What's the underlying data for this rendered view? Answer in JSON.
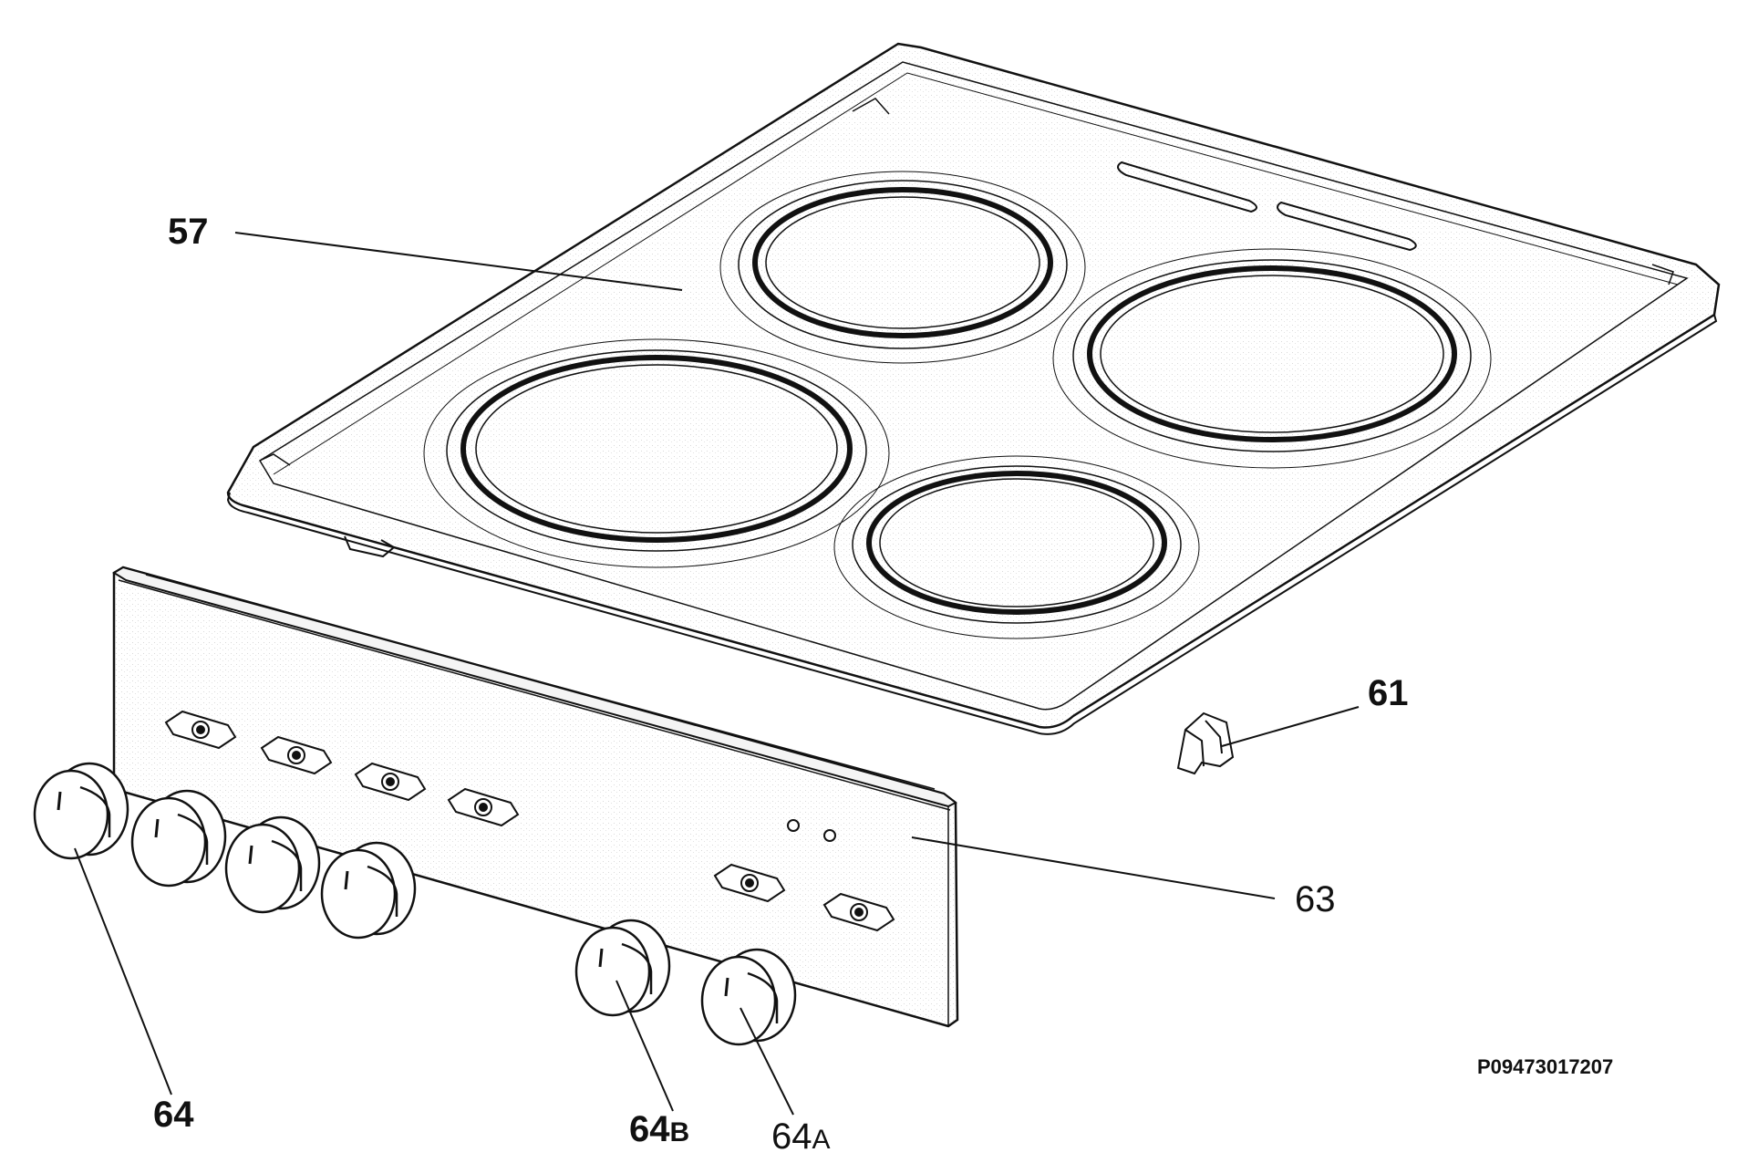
{
  "callouts": {
    "hob_top": "57",
    "clip": "61",
    "control_panel": "63",
    "knob": "64",
    "knob_b_main": "64",
    "knob_b_suffix": "B",
    "knob_a_main": "64",
    "knob_a_suffix": "A"
  },
  "document_number": "P09473017207",
  "colors": {
    "line": "#111111",
    "background": "#ffffff"
  }
}
